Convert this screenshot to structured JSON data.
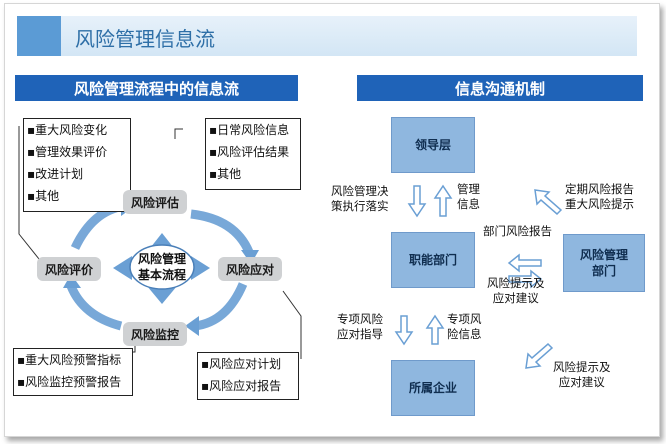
{
  "title": "风险管理信息流",
  "left": {
    "header": "风险管理流程中的信息流",
    "center_line1": "风险管理",
    "center_line2": "基本流程",
    "nodes": {
      "assess": "风险评估",
      "respond": "风险应对",
      "monitor": "风险监控",
      "evaluate": "风险评价"
    },
    "notes": {
      "evaluate_items": [
        "▪重大风险变化",
        "▪管理效果评价",
        "▪改进计划",
        "▪其他"
      ],
      "assess_items": [
        "▪日常风险信息",
        "▪风险评估结果",
        "▪其他"
      ],
      "monitor_items": [
        "▪重大风险预警指标",
        "▪风险监控预警报告"
      ],
      "respond_items": [
        "▪风险应对计划",
        "▪风险应对报告"
      ]
    }
  },
  "right": {
    "header": "信息沟通机制",
    "boxes": {
      "leadership": "领导层",
      "functional": "职能部门",
      "subsidiary": "所属企业",
      "risk_dept_line1": "风险管理",
      "risk_dept_line2": "部门"
    },
    "labels": {
      "decision_line1": "风险管理决",
      "decision_line2": "策执行落实",
      "mgmt_info_line1": "管理",
      "mgmt_info_line2": "信息",
      "periodic_line1": "定期风险报告",
      "periodic_line2": "重大风险提示",
      "dept_report": "部门风险报告",
      "tips_mid_line1": "风险提示及",
      "tips_mid_line2": "应对建议",
      "special_guide_line1": "专项风险",
      "special_guide_line2": "应对指导",
      "special_info_line1": "专项风",
      "special_info_line2": "险信息",
      "tips_low_line1": "风险提示及",
      "tips_low_line2": "应对建议"
    }
  },
  "colors": {
    "header_blue": "#1f63b8",
    "title_blue": "#2e6fa7",
    "box_blue": "#8fb7df",
    "arrow_blue": "#6a9fd4"
  }
}
